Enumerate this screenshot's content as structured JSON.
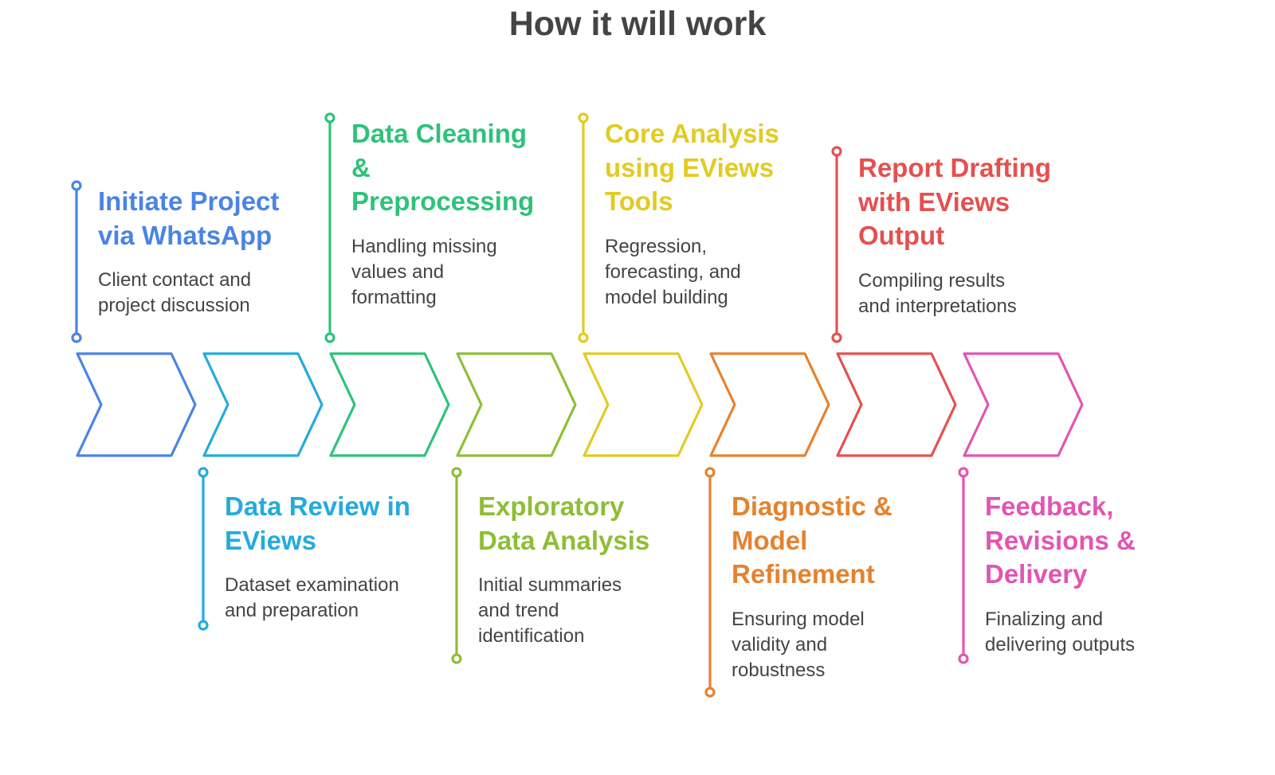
{
  "title": "How it will work",
  "steps": [
    {
      "title_lines": [
        "Initiate Project",
        "via WhatsApp"
      ],
      "desc_lines": [
        "Client contact and",
        "project discussion"
      ],
      "color": "#4A84E4"
    },
    {
      "title_lines": [
        "Data Review in",
        "EViews"
      ],
      "desc_lines": [
        "Dataset examination",
        "and preparation"
      ],
      "color": "#24ABDB"
    },
    {
      "title_lines": [
        "Data Cleaning",
        "&",
        "Preprocessing"
      ],
      "desc_lines": [
        "Handling missing",
        "values and",
        "formatting"
      ],
      "color": "#2EC27A"
    },
    {
      "title_lines": [
        "Exploratory",
        "Data Analysis"
      ],
      "desc_lines": [
        "Initial summaries",
        "and trend",
        "identification"
      ],
      "color": "#8DBE36"
    },
    {
      "title_lines": [
        "Core Analysis",
        "using EViews",
        "Tools"
      ],
      "desc_lines": [
        "Regression,",
        "forecasting, and",
        "model building"
      ],
      "color": "#E2CB23"
    },
    {
      "title_lines": [
        "Diagnostic &",
        "Model",
        "Refinement"
      ],
      "desc_lines": [
        "Ensuring model",
        "validity and",
        "robustness"
      ],
      "color": "#E5822E"
    },
    {
      "title_lines": [
        "Report Drafting",
        "with EViews",
        "Output"
      ],
      "desc_lines": [
        "Compiling results",
        "and interpretations"
      ],
      "color": "#E5504F"
    },
    {
      "title_lines": [
        "Feedback,",
        "Revisions &",
        "Delivery"
      ],
      "desc_lines": [
        "Finalizing and",
        "delivering outputs"
      ],
      "color": "#E155B3"
    }
  ]
}
